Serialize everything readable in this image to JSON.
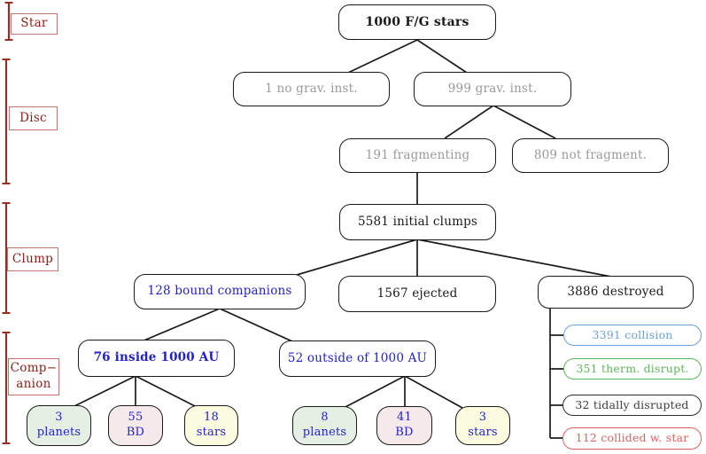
{
  "colors": {
    "edge": "#1a1a1a",
    "blue_text": "#2222cc",
    "gray_text": "#9a9a9a",
    "stage_text_red": "#8b1e16",
    "stage_bracket_red": "#992e24",
    "stage_border_red": "#c0766e",
    "collision_blue": "#6ba1d6",
    "thermal_green": "#5eb75e",
    "tidal_dark": "#3d3434",
    "collided_red": "#e06161",
    "planets_bg": "#e6efe4",
    "bd_bg": "#f6e9e9",
    "stars_bg": "#fbfbdf"
  },
  "stages": {
    "star": {
      "label": "Star"
    },
    "disc": {
      "label": "Disc"
    },
    "clump": {
      "label": "Clump"
    },
    "companion": {
      "line1": "Comp−",
      "line2": "anion"
    }
  },
  "nodes": {
    "star_total": {
      "label": "1000 F/G stars"
    },
    "no_grav": {
      "label": "1 no grav. inst."
    },
    "grav_inst": {
      "label": "999 grav. inst."
    },
    "fragmenting": {
      "label": "191 fragmenting"
    },
    "not_fragment": {
      "label": "809 not fragment."
    },
    "initial_clumps": {
      "label": "5581 initial clumps"
    },
    "bound_companions": {
      "label": "128 bound companions"
    },
    "ejected": {
      "label": "1567 ejected"
    },
    "destroyed": {
      "label": "3886 destroyed"
    },
    "inside_1000au": {
      "label": "76 inside 1000 AU"
    },
    "outside_1000au": {
      "label": "52 outside of 1000 AU"
    },
    "inside_planets": {
      "count": "3",
      "type": "planets"
    },
    "inside_bd": {
      "count": "55",
      "type": "BD"
    },
    "inside_stars": {
      "count": "18",
      "type": "stars"
    },
    "outside_planets": {
      "count": "8",
      "type": "planets"
    },
    "outside_bd": {
      "count": "41",
      "type": "BD"
    },
    "outside_stars": {
      "count": "3",
      "type": "stars"
    },
    "collision": {
      "label": "3391 collision"
    },
    "thermal": {
      "label": "351 therm. disrupt."
    },
    "tidal": {
      "label": "32 tidally disrupted"
    },
    "collided": {
      "label": "112 collided w. star"
    }
  }
}
